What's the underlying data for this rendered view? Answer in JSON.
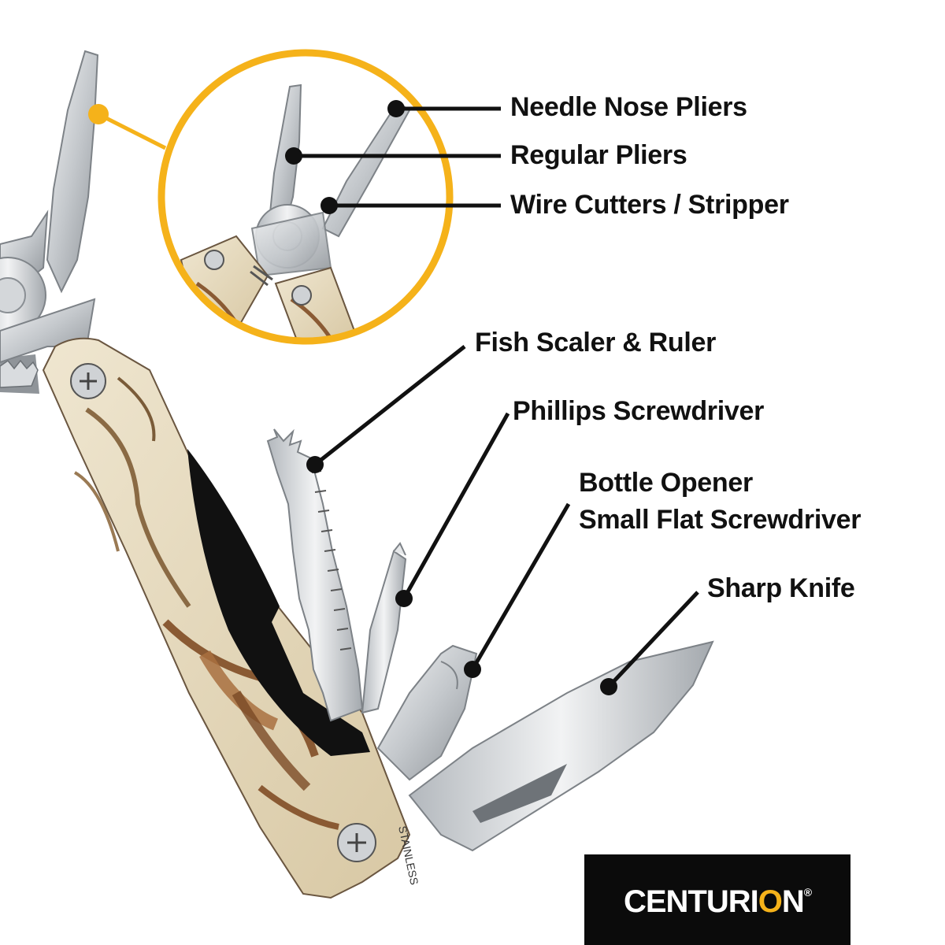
{
  "labels": {
    "needle_nose": "Needle Nose Pliers",
    "regular_pliers": "Regular Pliers",
    "wire_cutters": "Wire Cutters / Stripper",
    "fish_scaler": "Fish Scaler & Ruler",
    "phillips": "Phillips Screwdriver",
    "bottle_opener": "Bottle Opener",
    "small_flat": "Small Flat Screwdriver",
    "knife": "Sharp Knife"
  },
  "blade_stamp": "STAINLESS",
  "logo": {
    "before_o": "CENTURI",
    "o": "O",
    "after_o": "N",
    "registered": "®"
  },
  "colors": {
    "accent_yellow": "#f5b21a",
    "steel": "#c9cdd1",
    "camo_light": "#e9dcc0",
    "camo_brown": "#8a5a33",
    "black": "#0b0b0b"
  }
}
